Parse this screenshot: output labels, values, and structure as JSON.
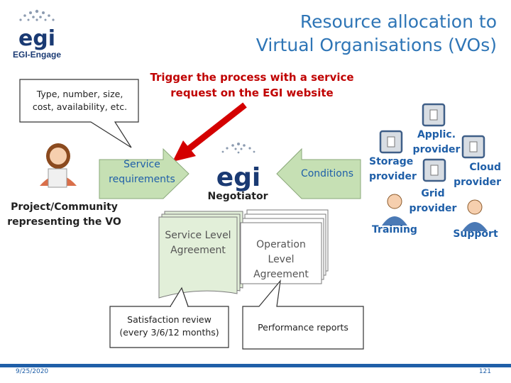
{
  "slide": {
    "title_line1": "Resource allocation to",
    "title_line2": "Virtual Organisations (VOs)",
    "logo_text": "egi",
    "logo_brand": "EGI-Engage",
    "footer_date": "9/25/2020",
    "footer_page": "121"
  },
  "callouts": {
    "request_details_line1": "Type, number, size,",
    "request_details_line2": "cost, availability, etc.",
    "satisfaction_line1": "Satisfaction review",
    "satisfaction_line2": "(every 3/6/12 months)",
    "performance": "Performance reports"
  },
  "trigger": {
    "line1": "Trigger the process with a service",
    "line2": "request on the EGI website"
  },
  "flow": {
    "service_requirements_line1": "Service",
    "service_requirements_line2": "requirements",
    "conditions": "Conditions",
    "negotiator": "Negotiator",
    "center_logo_text": "egi",
    "project_line1": "Project/Community",
    "project_line2": "representing the VO"
  },
  "documents": {
    "sla_line1": "Service Level",
    "sla_line2": "Agreement",
    "ola_line1": "Operation",
    "ola_line2": "Level",
    "ola_line3": "Agreement"
  },
  "providers": {
    "applic_line1": "Applic.",
    "applic_line2": "provider",
    "storage_line1": "Storage",
    "storage_line2": "provider",
    "cloud_line1": "Cloud",
    "cloud_line2": "provider",
    "grid_line1": "Grid",
    "grid_line2": "provider",
    "training": "Training",
    "support": "Support"
  },
  "colors": {
    "title": "#2e75b6",
    "trigger": "#c00000",
    "arrow_green": "#c6e0b4",
    "doc_green": "#e2efd9",
    "brand_blue": "#1f5fa8"
  }
}
